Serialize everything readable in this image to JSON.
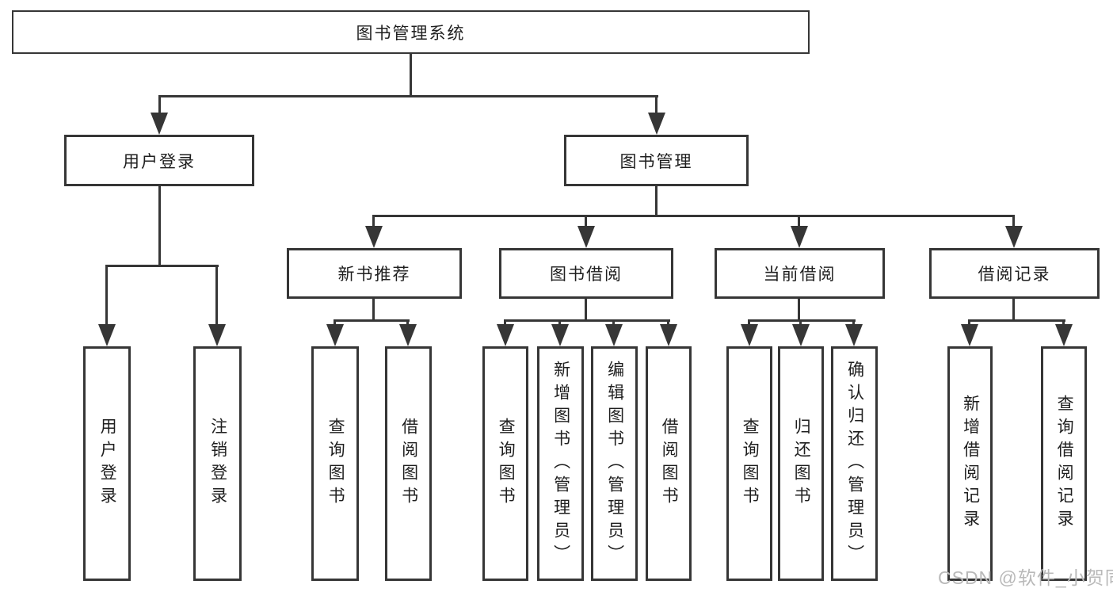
{
  "colors": {
    "line": "#363636",
    "text": "#1f1f1f",
    "box_bg": "#ffffff",
    "background": "#ffffff",
    "watermark": "#b9b9b9"
  },
  "root": {
    "label": "图书管理系统"
  },
  "branches": [
    {
      "label": "用户登录",
      "children": [
        {
          "label": "用户登录"
        },
        {
          "label": "注销登录"
        }
      ]
    },
    {
      "label": "图书管理",
      "children": [
        {
          "label": "新书推荐",
          "children": [
            {
              "label": "查询图书"
            },
            {
              "label": "借阅图书"
            }
          ]
        },
        {
          "label": "图书借阅",
          "children": [
            {
              "label": "查询图书"
            },
            {
              "label": "新增图书（管理员）"
            },
            {
              "label": "编辑图书（管理员）"
            },
            {
              "label": "借阅图书"
            }
          ]
        },
        {
          "label": "当前借阅",
          "children": [
            {
              "label": "查询图书"
            },
            {
              "label": "归还图书"
            },
            {
              "label": "确认归还（管理员）"
            }
          ]
        },
        {
          "label": "借阅记录",
          "children": [
            {
              "label": "新增借阅记录"
            },
            {
              "label": "查询借阅记录"
            }
          ]
        }
      ]
    }
  ],
  "watermark": {
    "text": "CSDN @软件_小贺同学"
  }
}
